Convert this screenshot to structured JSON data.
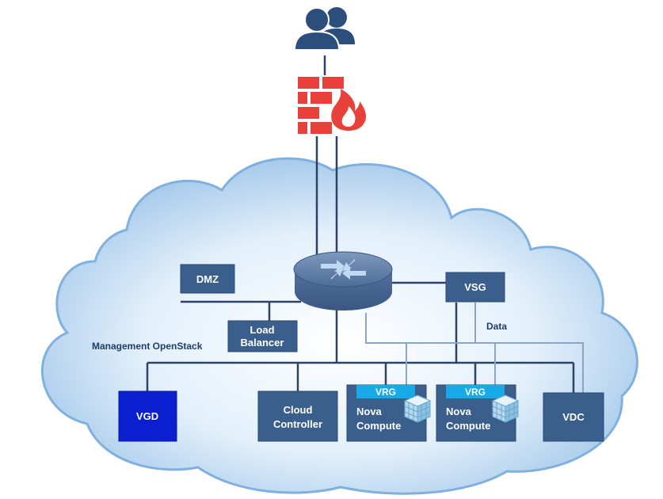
{
  "colors": {
    "node_fill": "#3a5f8c",
    "node_stroke": "#2a4a72",
    "vgd_fill": "#0a1fd0",
    "vrg_fill": "#19a9e6",
    "cloud_fill": "#bcd9f2",
    "firewall_red": "#e8403a",
    "router_fill": "#5b78a3",
    "users_fill": "#2c4e7c",
    "line_dark": "#2d4268",
    "line_light": "#8da4c2"
  },
  "icons": {
    "users": "users-icon",
    "firewall": "firewall-icon",
    "router": "router-icon",
    "cube": "cube-icon"
  },
  "labels": {
    "dmz": "DMZ",
    "vsg": "VSG",
    "load_balancer_line1": "Load",
    "load_balancer_line2": "Balancer",
    "management": "Management OpenStack",
    "data": "Data",
    "vgd": "VGD",
    "cloud_controller_line1": "Cloud",
    "cloud_controller_line2": "Controller",
    "vrg": "VRG",
    "nova_line1": "Nova",
    "nova_line2": "Compute",
    "vdc": "VDC"
  }
}
